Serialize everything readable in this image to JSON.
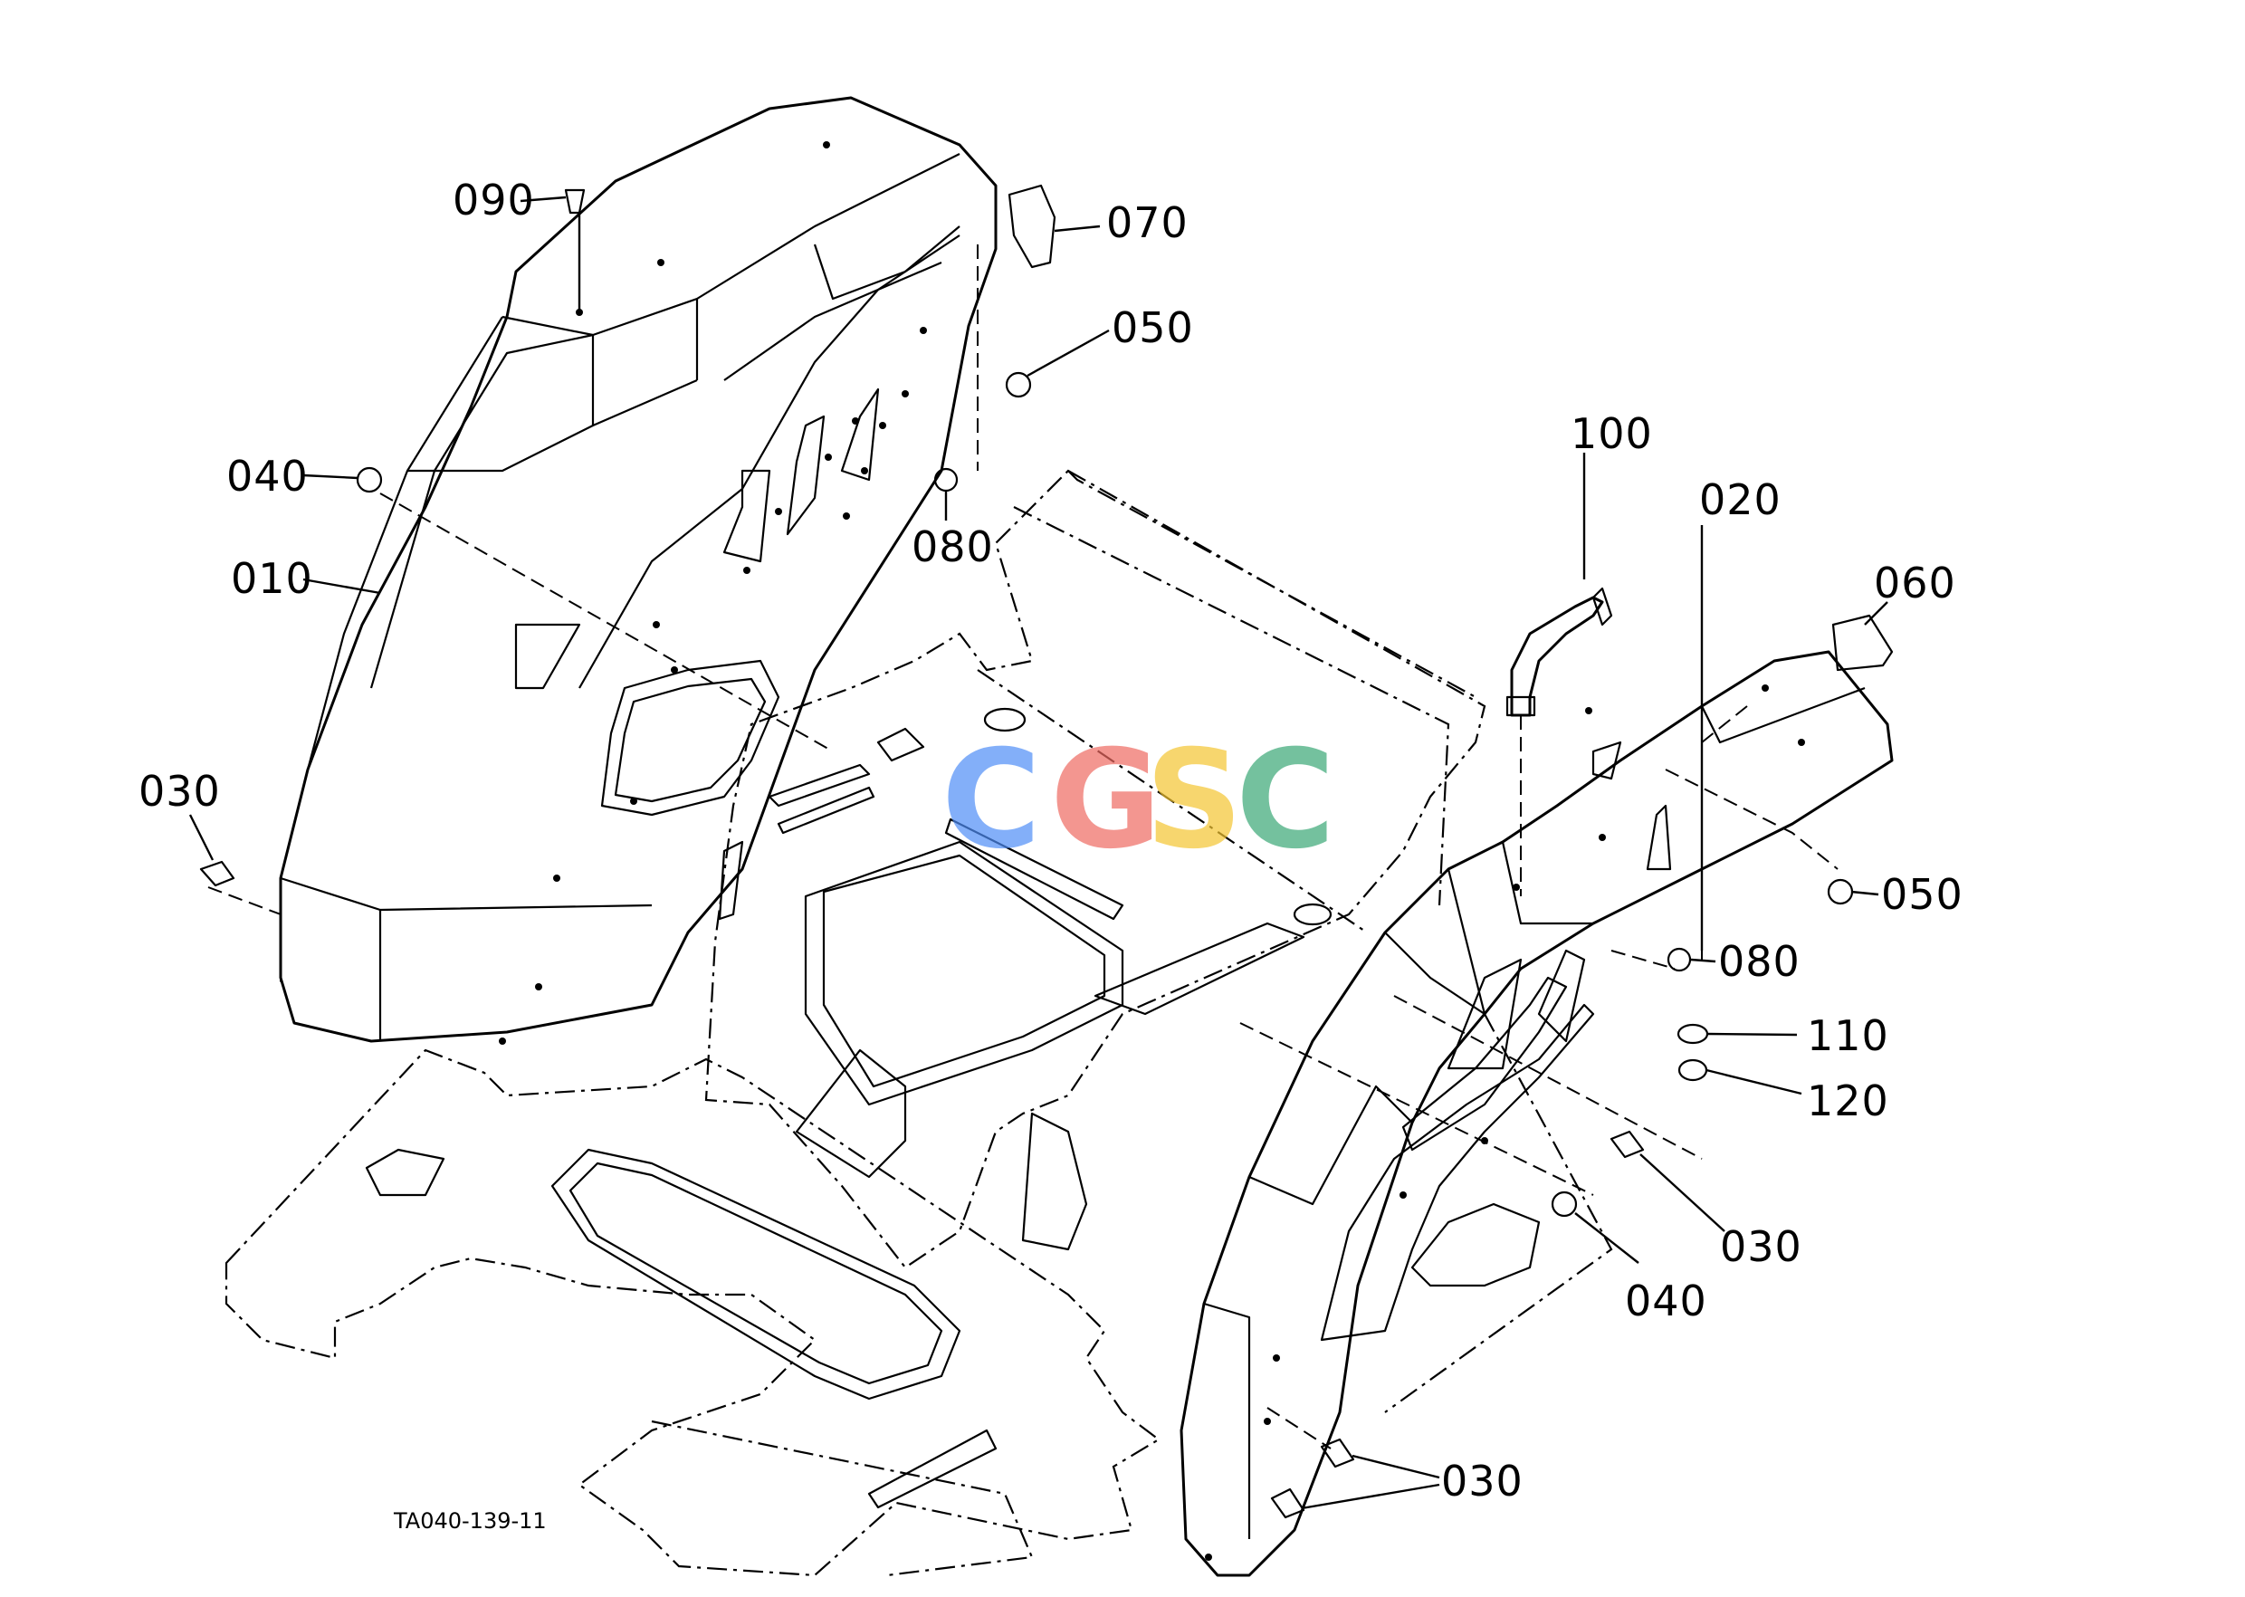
{
  "drawing_number": "TA040-139-11",
  "watermark": {
    "letters": [
      {
        "char": "C",
        "color": "#4f8ef7"
      },
      {
        "char": "G",
        "color": "#ee6a62"
      },
      {
        "char": "S",
        "color": "#f4c531"
      },
      {
        "char": "C",
        "color": "#3aa876"
      }
    ]
  },
  "callouts": {
    "c010": "010",
    "c020": "020",
    "c030_left": "030",
    "c030_right": "030",
    "c030_bottom": "030",
    "c040_left": "040",
    "c040_right": "040",
    "c050_top": "050",
    "c050_right": "050",
    "c060": "060",
    "c070": "070",
    "c080_left": "080",
    "c080_right": "080",
    "c090": "090",
    "c100": "100",
    "c110": "110",
    "c120": "120"
  }
}
